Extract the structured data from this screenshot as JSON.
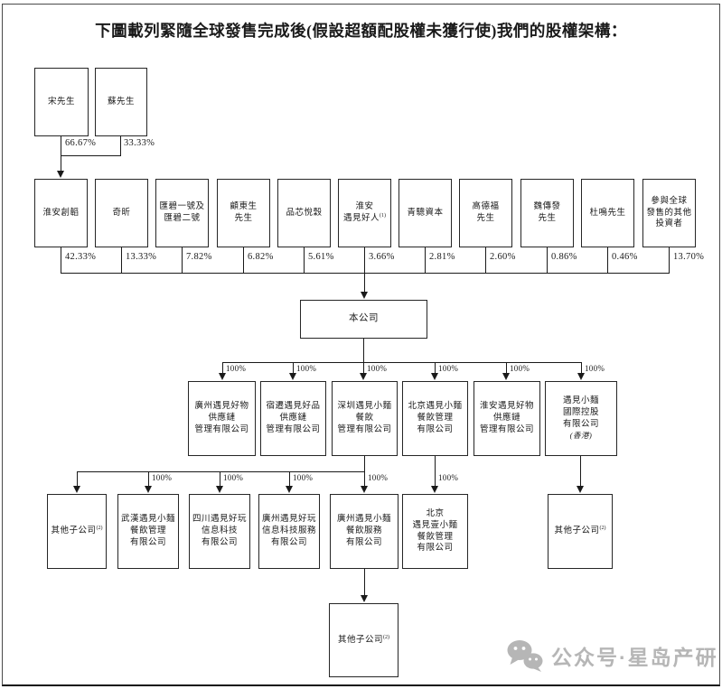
{
  "title": "下圖載列緊隨全球發售完成後(假設超額配股權未獲行使)我們的股權架構：",
  "colors": {
    "line": "#1a1a1a",
    "box_border": "#262626",
    "footer_gray": "#b6b6b6"
  },
  "top": {
    "owners": [
      {
        "name": "宋先生",
        "pct": "66.67%"
      },
      {
        "name": "蘇先生",
        "pct": "33.33%"
      }
    ]
  },
  "shareholders": [
    {
      "lines": [
        "淮安創韜"
      ],
      "pct": "42.33%"
    },
    {
      "lines": [
        "奇昕"
      ],
      "pct": "13.33%"
    },
    {
      "lines": [
        "匯碧一號及",
        "匯碧二號"
      ],
      "pct": "7.82%"
    },
    {
      "lines": [
        "顧東生",
        "先生"
      ],
      "pct": "6.82%"
    },
    {
      "lines": [
        "品芯悅穀"
      ],
      "pct": "5.61%"
    },
    {
      "lines": [
        "淮安",
        "遇見好人"
      ],
      "sup": "(1)",
      "pct": "3.66%"
    },
    {
      "lines": [
        "青驄資本"
      ],
      "pct": "2.81%"
    },
    {
      "lines": [
        "高德福",
        "先生"
      ],
      "pct": "2.60%"
    },
    {
      "lines": [
        "魏傳發",
        "先生"
      ],
      "pct": "0.86%"
    },
    {
      "lines": [
        "杜鳴先生"
      ],
      "pct": "0.46%"
    },
    {
      "lines": [
        "參與全球",
        "發售的其他",
        "投資者"
      ],
      "pct": "13.70%"
    }
  ],
  "company": {
    "name": "本公司"
  },
  "level1": [
    {
      "lines": [
        "廣州遇見好物",
        "供應鏈",
        "管理有限公司"
      ],
      "pct": "100%"
    },
    {
      "lines": [
        "宿遷遇見好品",
        "供應鏈",
        "管理有限公司"
      ],
      "pct": "100%"
    },
    {
      "lines": [
        "深圳遇見小麵",
        "餐飲",
        "管理有限公司"
      ],
      "pct": "100%"
    },
    {
      "lines": [
        "北京遇見小麵",
        "餐飲管理",
        "有限公司"
      ],
      "pct": "100%"
    },
    {
      "lines": [
        "淮安遇見好物",
        "供應鏈",
        "管理有限公司"
      ],
      "pct": "100%"
    },
    {
      "lines": [
        "遇見小麵",
        "國際控股",
        "有限公司"
      ],
      "note": "(香港)",
      "pct": "100%"
    }
  ],
  "level2": [
    {
      "lines": [
        "其他子公司"
      ],
      "sup": "(2)",
      "pct": ""
    },
    {
      "lines": [
        "武漢遇見小麵",
        "餐飲管理",
        "有限公司"
      ],
      "pct": "100%"
    },
    {
      "lines": [
        "四川遇見好玩",
        "信息科技",
        "有限公司"
      ],
      "pct": "100%"
    },
    {
      "lines": [
        "廣州遇見好玩",
        "信息科技服務",
        "有限公司"
      ],
      "pct": "100%"
    },
    {
      "lines": [
        "廣州遇見小麵",
        "餐飲服務",
        "有限公司"
      ],
      "pct": "100%"
    },
    {
      "lines": [
        "北京",
        "遇見壹小麵",
        "餐飲管理",
        "有限公司"
      ],
      "pct": "100%"
    },
    {
      "lines": [
        "其他子公司"
      ],
      "sup": "(2)",
      "pct": ""
    }
  ],
  "level3": {
    "lines": [
      "其他子公司"
    ],
    "sup": "(2)"
  },
  "footer": {
    "label": "公众号·星岛产研"
  }
}
